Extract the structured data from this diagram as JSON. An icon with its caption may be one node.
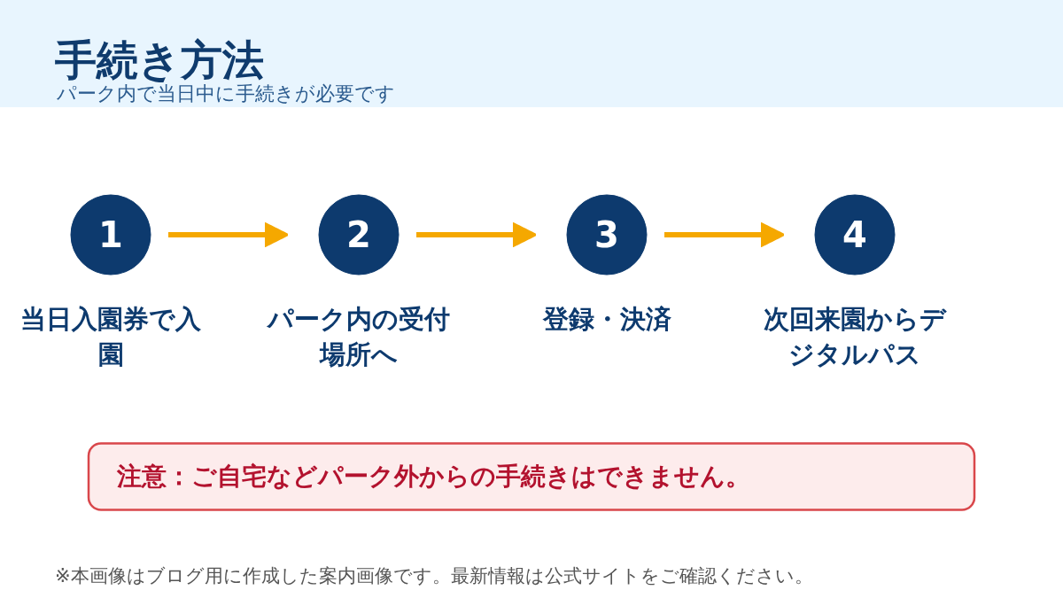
{
  "diagram": {
    "title": "手続き方法",
    "nodes": [
      {
        "text": [
          "1"
        ],
        "beside": [
          "当日入園券で入園"
        ]
      },
      {
        "text": [
          "2"
        ],
        "beside": [
          "パーク内の受付場所へ"
        ]
      },
      {
        "text": [
          "3"
        ],
        "beside": [
          "登録・決済"
        ]
      },
      {
        "text": [
          "4"
        ],
        "beside": [
          "次回来園からデジタルパス"
        ]
      },
      {
        "text": [
          "注意：ご自宅などパーク外からの手続きはできません。"
        ]
      }
    ],
    "edges": [
      {
        "from": 0,
        "to": 1,
        "arrow": "to"
      },
      {
        "from": 1,
        "to": 2,
        "arrow": "to"
      },
      {
        "from": 2,
        "to": 3,
        "arrow": "to"
      }
    ],
    "labels": [
      "パーク内で当日中に手続きが必要です",
      "※本画像はブログ用に作成した案内画像です。最新情報は公式サイトをご確認ください。"
    ]
  }
}
